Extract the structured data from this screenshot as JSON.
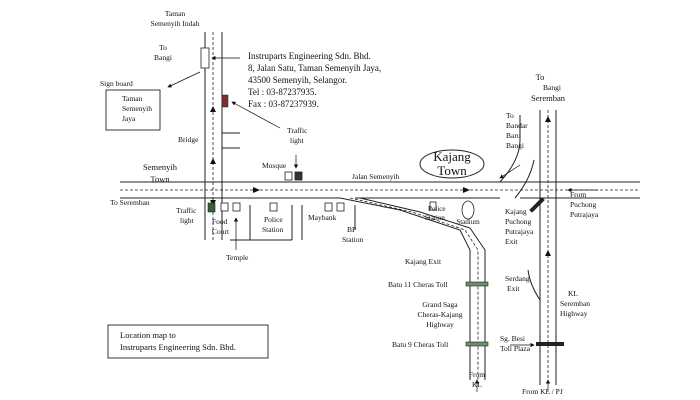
{
  "company": {
    "name": "Instruparts Engineering Sdn. Bhd.",
    "address_line1": "8, Jalan Satu, Taman Semenyih Jaya,",
    "address_line2": "43500 Semenyih, Selangor.",
    "tel": "Tel :  03-87237935.",
    "fax": "Fax : 03-87237939."
  },
  "legend_box": {
    "line1": "Location map to",
    "line2": "Instruparts Engineering Sdn. Bhd."
  },
  "labels": {
    "taman_semenyih_indah": [
      "Taman",
      "Semenyih Indah"
    ],
    "to_bangi_left": [
      "To",
      "Bangi"
    ],
    "sign_board": "Sign board",
    "sign_text": [
      "Taman",
      "Semenyih",
      "Jaya"
    ],
    "bridge": "Bridge",
    "traffic_light_top": [
      "Traffic",
      "light"
    ],
    "mosque": "Mosque",
    "semenyih_town": [
      "Semenyih",
      "Town"
    ],
    "to_seremban_left": "To Seremban",
    "traffic_light_left": [
      "Traffic",
      "light"
    ],
    "food_court": [
      "Food",
      "Court"
    ],
    "police_station_left": [
      "Police",
      "Station"
    ],
    "maybank": "Maybank",
    "bp_station": [
      "BP",
      "Station"
    ],
    "temple": "Temple",
    "jalan_semenyih": "Jalan Semenyih",
    "kajang_town": [
      "Kajang",
      "Town"
    ],
    "police_station_right": [
      "Police",
      "Station"
    ],
    "stadium": "Stadium",
    "kajang_exit": "Kajang Exit",
    "batu11": "Batu 11 Cheras Toll",
    "grand_saga": [
      "Grand Saga",
      "Cheras-Kajang",
      "Highway"
    ],
    "batu9": "Batu 9 Cheras Toll",
    "from_kl_bottom": [
      "From",
      "KL"
    ],
    "to_bangi_seremban": [
      "To",
      "Bangi",
      "Seremban"
    ],
    "to_bandar_baru_bangi": [
      "To",
      "Bandar",
      "Baru",
      "Bangi"
    ],
    "from_puchong": [
      "From",
      "Puchong",
      "Putrajaya"
    ],
    "kajang_puchong_exit": [
      "Kajang",
      "Puchong",
      "Putrajaya",
      "Exit"
    ],
    "serdang_exit": [
      "Serdang",
      "Exit"
    ],
    "kl_seremban_highway": [
      "KL",
      "Seremban",
      "Highway"
    ],
    "sg_besi_toll": [
      "Sg. Besi",
      "Toll Plaza"
    ],
    "from_kl_pj": "From KL / PJ"
  }
}
